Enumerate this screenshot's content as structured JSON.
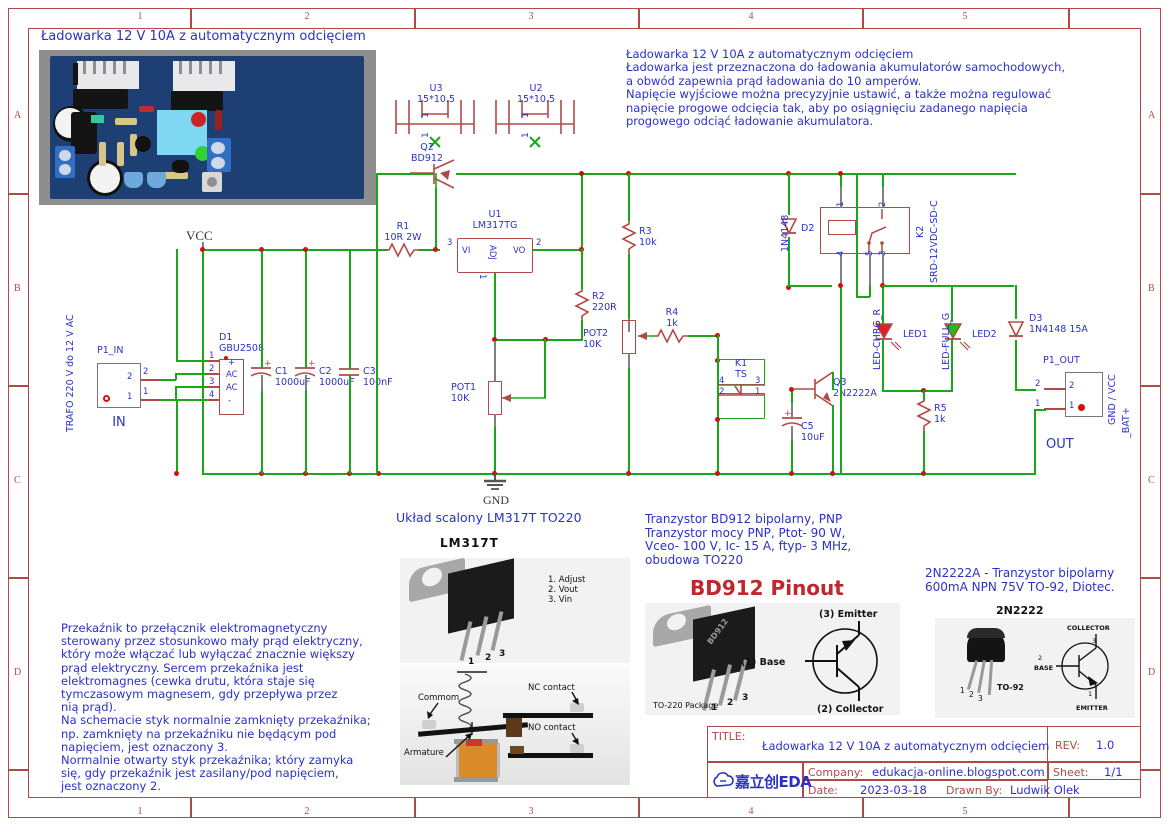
{
  "sheet": {
    "grid_cols": [
      "1",
      "2",
      "3",
      "4",
      "5"
    ],
    "grid_rows": [
      "A",
      "B",
      "C",
      "D"
    ]
  },
  "header": {
    "title": "Ładowarka 12 V 10A z automatycznym odcięciem"
  },
  "description": {
    "text": "Ładowarka 12 V 10A z automatycznym odcięciem\nŁadowarka jest przeznaczona do ładowania akumulatorów samochodowych,\na obwód zapewnia prąd ładowania do 10 amperów.\nNapięcie wyjściowe można precyzyjnie ustawić, a także można regulować\nnapięcie progowe odcięcia tak, aby po osiągnięciu zadanego napięcia\nprogowego odciąć ładowanie akumulatora."
  },
  "relay_note": {
    "text": "Przekaźnik to przełącznik elektromagnetyczny\nsterowany przez stosunkowo mały prąd elektryczny,\nktóry może włączać lub wyłączać znacznie większy\nprąd elektryczny. Sercem przekaźnika jest\nelektromagnes (cewka drutu, która staje się\ntymczasowym magnesem, gdy przepływa przez\nnią prąd).\nNa schemacie styk normalnie zamknięty przekaźnika;\nnp. zamknięty na przekaźniku nie będącym pod\nnapięciem, jest oznaczony 3.\nNormalnie otwarty styk przekaźnika; który zamyka\nsię, gdy przekaźnik jest zasilany/pod napięciem,\njest oznaczony 2."
  },
  "schematic": {
    "net_labels": {
      "vcc": "VCC",
      "gnd": "GND"
    },
    "components": {
      "u3": {
        "ref": "U3",
        "value": "15*10.5"
      },
      "u2": {
        "ref": "U2",
        "value": "15*10.5"
      },
      "q2": {
        "ref": "Q2",
        "value": "BD912"
      },
      "u1": {
        "ref": "U1",
        "value": "LM317TG",
        "pin_vi": "VI",
        "pin_vo": "VO",
        "pin_adj": "ADJ",
        "pin3": "3",
        "pin2": "2",
        "pin1": "1"
      },
      "r1": {
        "ref": "R1",
        "value": "10R 2W"
      },
      "r2": {
        "ref": "R2",
        "value": "220R"
      },
      "r3": {
        "ref": "R3",
        "value": "10k"
      },
      "r4": {
        "ref": "R4",
        "value": "1k"
      },
      "r5": {
        "ref": "R5",
        "value": "1k"
      },
      "pot1": {
        "ref": "POT1",
        "value": "10K"
      },
      "pot2": {
        "ref": "POT2",
        "value": "10K"
      },
      "c1": {
        "ref": "C1",
        "value": "1000uF"
      },
      "c2": {
        "ref": "C2",
        "value": "1000uF"
      },
      "c3": {
        "ref": "C3",
        "value": "100nF"
      },
      "c5": {
        "ref": "C5",
        "value": "10uF"
      },
      "d1": {
        "ref": "D1",
        "value": "GBU2508",
        "pin1": "1",
        "pin2": "2",
        "pin3": "3",
        "pin4": "4",
        "s_plus": "+",
        "s_ac1": "AC",
        "s_ac2": "AC",
        "s_minus": "-"
      },
      "d2": {
        "ref": "D2",
        "value": "1N4148"
      },
      "d3": {
        "ref": "D3",
        "value": "1N4148 15A"
      },
      "k1": {
        "ref": "K1",
        "value": "TS",
        "p4": "4",
        "p3": "3",
        "p2": "2",
        "p1": "1"
      },
      "k2": {
        "ref": "K2",
        "value": "SRD-12VDC-SD-C",
        "p1": "1",
        "p2": "2",
        "p3": "3",
        "p4": "4",
        "p5": "5"
      },
      "q3": {
        "ref": "Q3",
        "value": "2N2222A"
      },
      "led1": {
        "ref": "LED1",
        "net": "LED-CHRG_R"
      },
      "led2": {
        "ref": "LED2",
        "net": "LED-FULL_G"
      },
      "p1_in": {
        "ref": "P1_IN",
        "name": "IN",
        "side_label": "TRAFO 220 V do 12 V AC",
        "pin1": "1",
        "pin2": "2",
        "w1": "1",
        "w2": "2"
      },
      "p1_out": {
        "ref": "P1_OUT",
        "name": "OUT",
        "side_label1": "GND / VCC",
        "side_label2": "_BAT+",
        "pin1": "1",
        "pin2": "2",
        "w1": "1",
        "w2": "2"
      }
    }
  },
  "datasheets": {
    "lm317": {
      "caption": "Układ scalony LM317T TO220",
      "part": "LM317T",
      "pins": [
        "1. Adjust",
        "2. Vout",
        "3. Vin"
      ],
      "leg_labels": [
        "1",
        "2",
        "3"
      ]
    },
    "bd912": {
      "caption": "Tranzystor BD912 bipolarny, PNP\nTranzystor mocy PNP, Ptot- 90 W,\nVceo- 100 V, Ic- 15 A, ftyp- 3 MHz,\nobudowa TO220",
      "title": "BD912 Pinout",
      "package": "TO-220 Package",
      "leg_labels": [
        "1",
        "2",
        "3"
      ],
      "emitter": "(3) Emitter",
      "base": "(1) Base",
      "collector": "(2) Collector"
    },
    "n2222": {
      "caption": "2N2222A - Tranzystor bipolarny\n600mA NPN 75V TO-92, Diotec.",
      "part": "2N2222",
      "package": "TO-92",
      "collector": "COLLECTOR",
      "base": "BASE",
      "emitter": "EMITTER",
      "pin_c": "3",
      "pin_b": "2",
      "pin_e": "1",
      "leg_labels": [
        "1",
        "2",
        "3"
      ]
    },
    "relay": {
      "common": "Commom",
      "armature": "Armature",
      "nc": "NC contact",
      "no": "NO contact"
    }
  },
  "titleblock": {
    "title_label": "TITLE:",
    "title_value": "Ładowarka 12 V 10A z automatycznym odcięciem",
    "rev_label": "REV:",
    "rev_value": "1.0",
    "company_label": "Company:",
    "company_value": "edukacja-online.blogspot.com",
    "sheet_label": "Sheet:",
    "sheet_value": "1/1",
    "date_label": "Date:",
    "date_value": "2023-03-18",
    "drawn_label": "Drawn By:",
    "drawn_value": "Ludwik Olek",
    "logo": "嘉立创EDA"
  },
  "colors": {
    "wire": "#1aa81a",
    "symbol": "#b04a46",
    "text": "#2b31c8",
    "junction": "#d01010",
    "frame": "#b04a46"
  }
}
